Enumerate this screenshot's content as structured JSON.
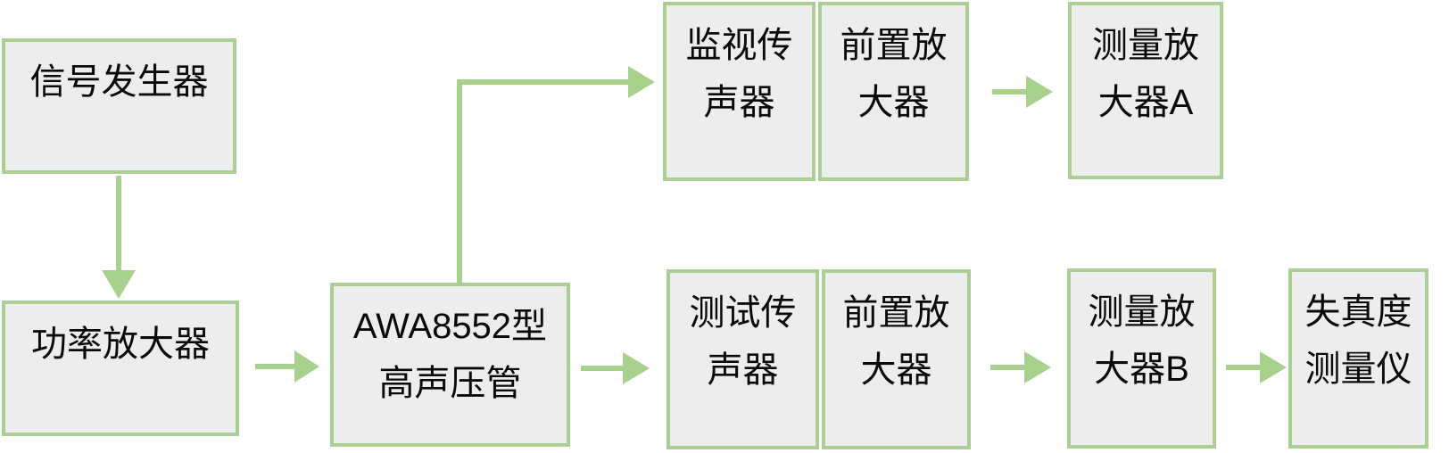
{
  "diagram": {
    "title": "AWA8552 high-sound-pressure tube distortion measurement setup",
    "colors": {
      "box_fill": "#ededed",
      "box_border": "#abce94",
      "arrow": "#a9d18e",
      "text": "#0a0a0a",
      "background": "#ffffff"
    },
    "nodes": {
      "signal_generator": {
        "label": "信号发生器",
        "lines": [
          "信号发生器"
        ]
      },
      "power_amplifier": {
        "label": "功率放大器",
        "lines": [
          "功率放大器"
        ]
      },
      "awa8552_tube": {
        "label": "AWA8552型高声压管",
        "lines": [
          "AWA8552型",
          "高声压管"
        ]
      },
      "monitor_microphone": {
        "label": "监视传声器",
        "lines": [
          "监视传",
          "声器"
        ]
      },
      "preamplifier_top": {
        "label": "前置放大器",
        "lines": [
          "前置放",
          "大器"
        ]
      },
      "measuring_amplifier_a": {
        "label": "测量放大器A",
        "lines": [
          "测量放",
          "大器A"
        ]
      },
      "test_microphone": {
        "label": "测试传声器",
        "lines": [
          "测试传",
          "声器"
        ]
      },
      "preamplifier_bottom": {
        "label": "前置放大器",
        "lines": [
          "前置放",
          "大器"
        ]
      },
      "measuring_amplifier_b": {
        "label": "测量放大器B",
        "lines": [
          "测量放",
          "大器B"
        ]
      },
      "distortion_meter": {
        "label": "失真度测量仪",
        "lines": [
          "失真度",
          "测量仪"
        ]
      }
    },
    "edges": [
      {
        "from": "signal_generator",
        "to": "power_amplifier",
        "shape": "straight-down"
      },
      {
        "from": "power_amplifier",
        "to": "awa8552_tube",
        "shape": "straight-right"
      },
      {
        "from": "awa8552_tube",
        "to": "monitor_microphone",
        "shape": "elbow-up-right"
      },
      {
        "from": "awa8552_tube",
        "to": "test_microphone",
        "shape": "straight-right"
      },
      {
        "from": "preamplifier_top",
        "to": "measuring_amplifier_a",
        "shape": "straight-right"
      },
      {
        "from": "preamplifier_bottom",
        "to": "measuring_amplifier_b",
        "shape": "straight-right"
      },
      {
        "from": "measuring_amplifier_b",
        "to": "distortion_meter",
        "shape": "straight-right"
      }
    ]
  }
}
